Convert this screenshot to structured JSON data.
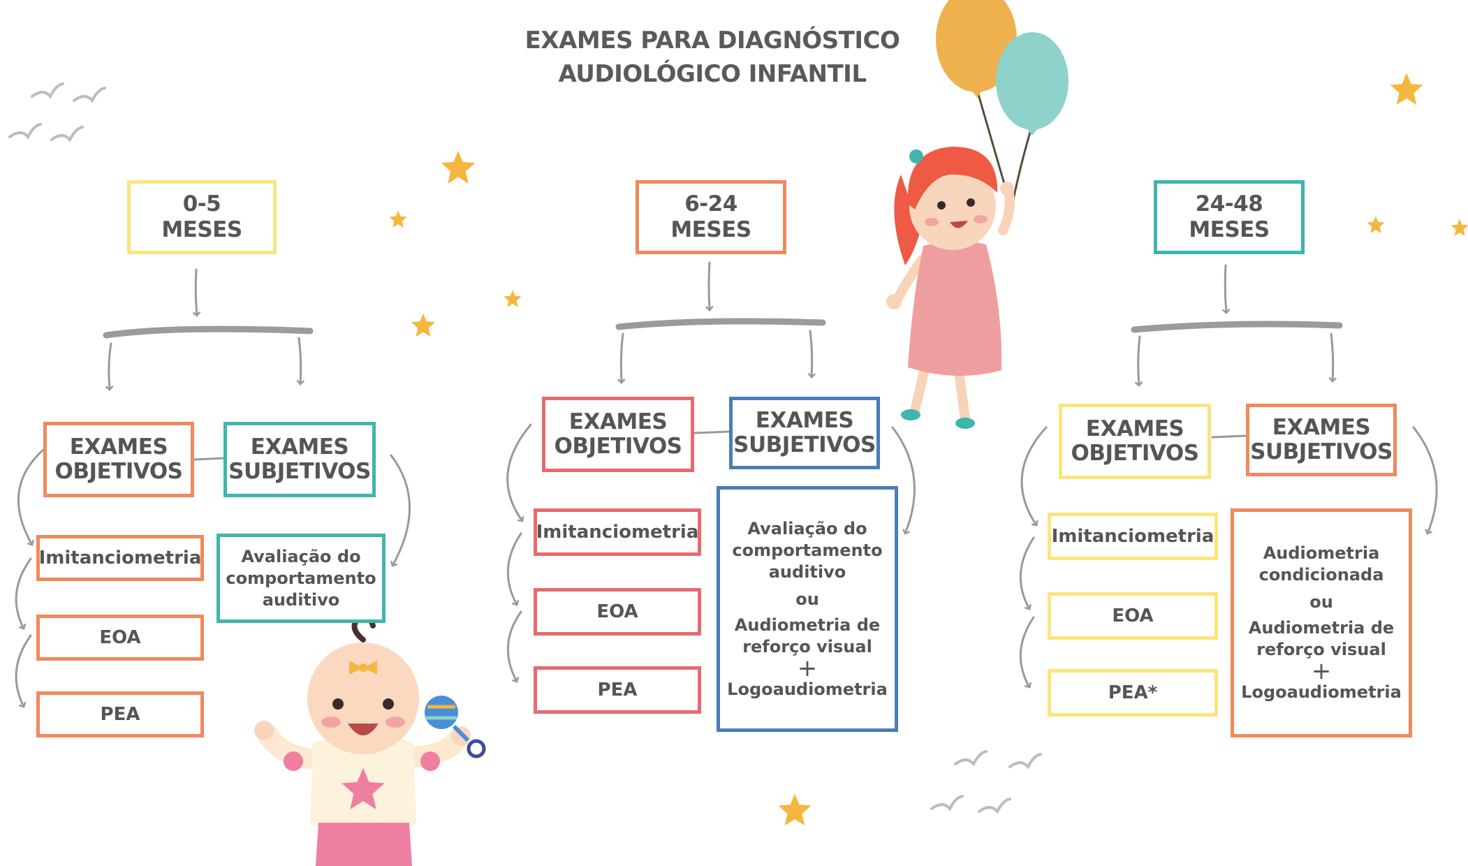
{
  "title": {
    "line1": "EXAMES PARA DIAGNÓSTICO",
    "line2": "AUDIOLÓGICO INFANTIL"
  },
  "columns": [
    {
      "age_line1": "0-5",
      "age_line2": "MESES",
      "objective_line1": "EXAMES",
      "objective_line2": "OBJETIVOS",
      "subjective_line1": "EXAMES",
      "subjective_line2": "SUBJETIVOS",
      "objective_exams": [
        "Imitanciometria",
        "EOA",
        "PEA"
      ],
      "subjective_lines": [
        "Avaliação do",
        "comportamento",
        "auditivo"
      ]
    },
    {
      "age_line1": "6-24",
      "age_line2": "MESES",
      "objective_line1": "EXAMES",
      "objective_line2": "OBJETIVOS",
      "subjective_line1": "EXAMES",
      "subjective_line2": "SUBJETIVOS",
      "objective_exams": [
        "Imitanciometria",
        "EOA",
        "PEA"
      ],
      "subjective_lines": [
        "Avaliação do",
        "comportamento",
        "auditivo",
        "ou",
        "Audiometria de",
        "reforço visual",
        "+",
        "Logoaudiometria"
      ]
    },
    {
      "age_line1": "24-48",
      "age_line2": "MESES",
      "objective_line1": "EXAMES",
      "objective_line2": "OBJETIVOS",
      "subjective_line1": "EXAMES",
      "subjective_line2": "SUBJETIVOS",
      "objective_exams": [
        "Imitanciometria",
        "EOA",
        "PEA*"
      ],
      "subjective_lines": [
        "Audiometria",
        "condicionada",
        "ou",
        "Audiometria de",
        "reforço visual",
        "+",
        "Logoaudiometria"
      ]
    }
  ],
  "colors": {
    "yellow": "#fbe57c",
    "orange": "#f0895e",
    "teal": "#3fb5ad",
    "red": "#e66a6f",
    "blue": "#4a7db8",
    "connector": "#999999",
    "star": "#f5b640"
  },
  "decorations": {
    "icons": [
      "star-icon",
      "bird-icon",
      "balloon-icon",
      "girl-illustration",
      "baby-illustration",
      "rattle-icon"
    ]
  }
}
